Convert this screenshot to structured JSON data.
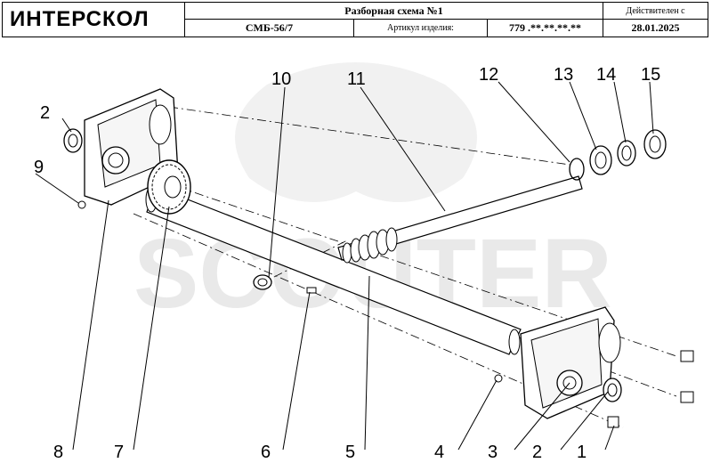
{
  "title_block": {
    "logo_text": "ИНТЕРСКОЛ",
    "title": "Разборная схема №1",
    "effective_label": "Действителен с",
    "model": "СМБ-56/7",
    "article_label": "Артикул изделия:",
    "article_value": "779 .**.**.**.**",
    "date": "28.01.2025"
  },
  "watermark": {
    "text": "SCOUTER"
  },
  "callouts": [
    "1",
    "2",
    "2",
    "3",
    "4",
    "5",
    "6",
    "7",
    "8",
    "9",
    "10",
    "11",
    "12",
    "13",
    "14",
    "15"
  ]
}
